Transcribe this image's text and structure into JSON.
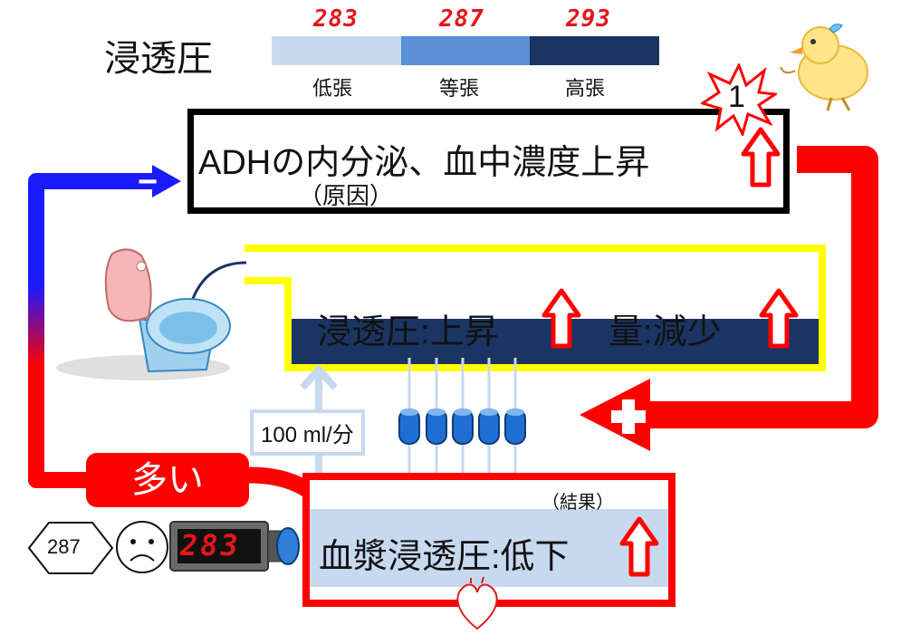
{
  "scale": {
    "title": "浸透圧",
    "segments": [
      {
        "value": "283",
        "label": "低張",
        "color": "#c7d9ef"
      },
      {
        "value": "287",
        "label": "等張",
        "color": "#5b8fd6"
      },
      {
        "value": "293",
        "label": "高張",
        "color": "#1a3563"
      }
    ]
  },
  "adh_box": {
    "title": "ADHの内分泌、血中濃度上昇",
    "subtitle": "（原因）",
    "badge": "1"
  },
  "tubule": {
    "osmotic_text": "浸透圧:上昇",
    "volume_text": "量:減少"
  },
  "flow_label": "100 ml/分",
  "many_label": "多い",
  "plasma_box": {
    "title": "血漿浸透圧:低下",
    "subtitle": "（結果）"
  },
  "feedback": {
    "minus": "−",
    "plus": "+"
  },
  "meter": {
    "target_value": "287",
    "reading": "283"
  },
  "colors": {
    "red": "#ff0000",
    "blue": "#0000ff",
    "yellow": "#ffff00",
    "navy": "#1a3563",
    "light_blue": "#c7d9ef"
  }
}
